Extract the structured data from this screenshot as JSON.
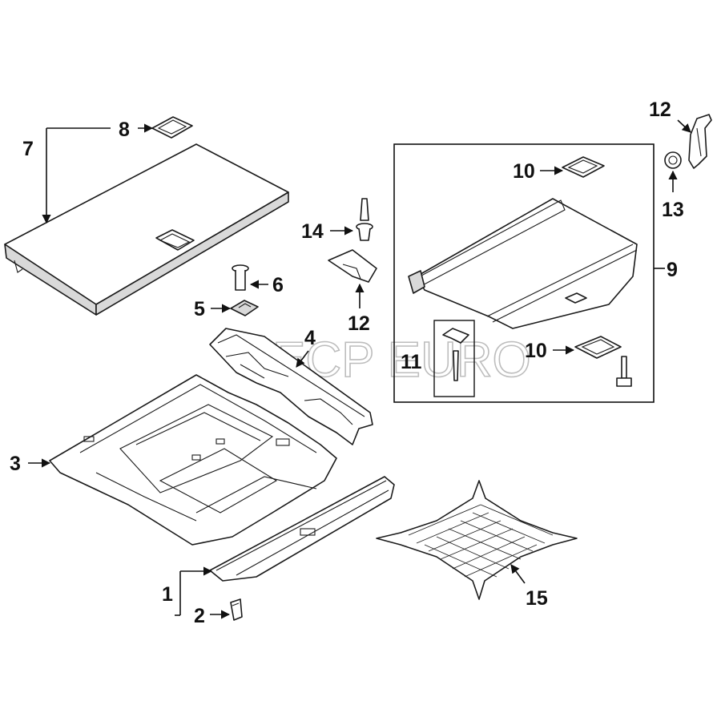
{
  "diagram": {
    "watermark": "ECP EURO",
    "callouts": {
      "c1": "1",
      "c2": "2",
      "c3": "3",
      "c4": "4",
      "c5": "5",
      "c6": "6",
      "c7": "7",
      "c8": "8",
      "c9": "9",
      "c10a": "10",
      "c10b": "10",
      "c11": "11",
      "c12a": "12",
      "c12b": "12",
      "c13": "13",
      "c14": "14",
      "c15": "15"
    }
  }
}
